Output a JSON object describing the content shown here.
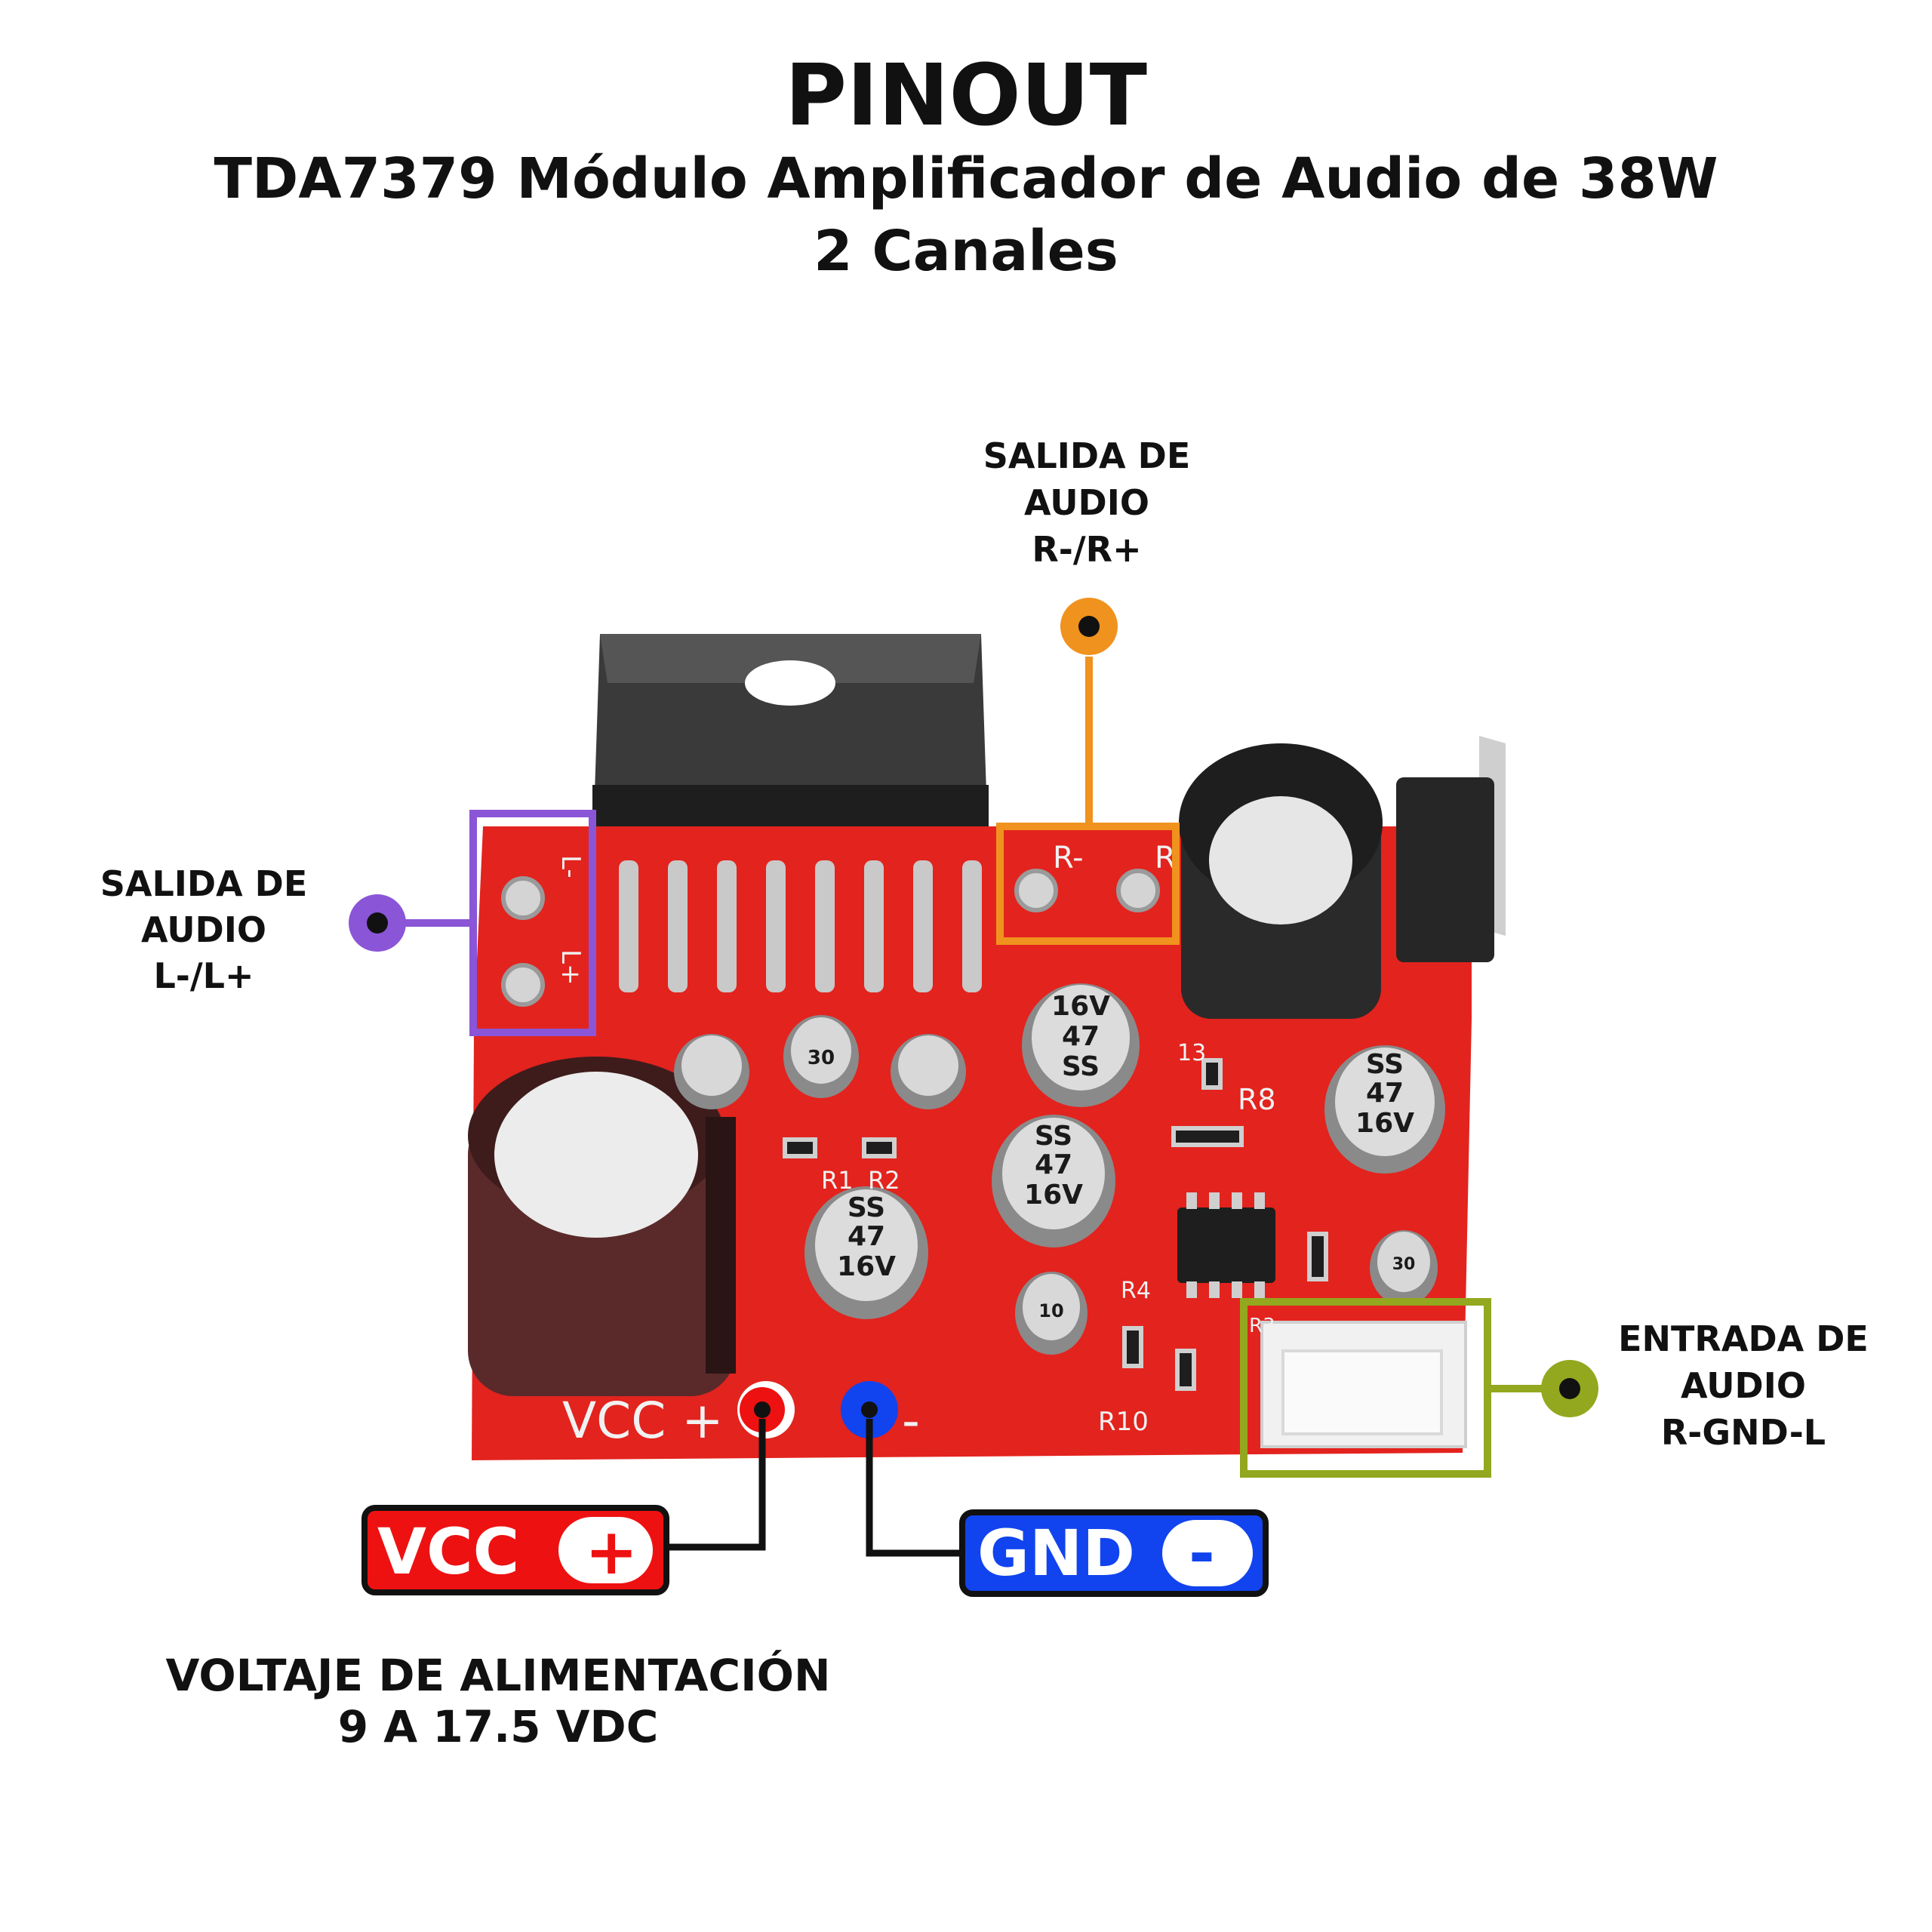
{
  "header": {
    "title": "PINOUT",
    "subtitle_line1": "TDA7379 Módulo Amplificador de Audio de 38W",
    "subtitle_line2": "2 Canales"
  },
  "labels": {
    "left_output": {
      "line1": "SALIDA DE",
      "line2": "AUDIO",
      "line3": "L-/L+"
    },
    "right_output": {
      "line1": "SALIDA DE",
      "line2": "AUDIO",
      "line3": "R-/R+"
    },
    "input": {
      "line1": "ENTRADA DE",
      "line2": "AUDIO",
      "line3": "R-GND-L"
    }
  },
  "badges": {
    "vcc": {
      "text": "VCC",
      "symbol": "+"
    },
    "gnd": {
      "text": "GND",
      "symbol": "-"
    }
  },
  "supply": {
    "line1": "VOLTAJE DE ALIMENTACIÓN",
    "line2": "9 A 17.5 VDC"
  },
  "board": {
    "silk_vcc": "VCC +",
    "silk_minus": "-",
    "silk_r_minus": "R-",
    "silk_r_plus": "R",
    "silk_l_minus": "L-",
    "silk_l_plus": "L+",
    "silk_r1": "R1",
    "silk_r2": "R2",
    "silk_r4": "R4",
    "silk_r8": "R8",
    "silk_r10": "R10",
    "silk_r3": "R3",
    "silk_r13": "13",
    "cap_ss": "SS",
    "cap_47": "47",
    "cap_16v": "16V",
    "cap_10": "10",
    "cap_30": "30"
  },
  "colors": {
    "left_output": "#8a55d6",
    "right_output": "#f0921e",
    "input": "#93a81e",
    "vcc": "#ee1111",
    "gnd": "#1144ee",
    "board": "#e3231e"
  }
}
